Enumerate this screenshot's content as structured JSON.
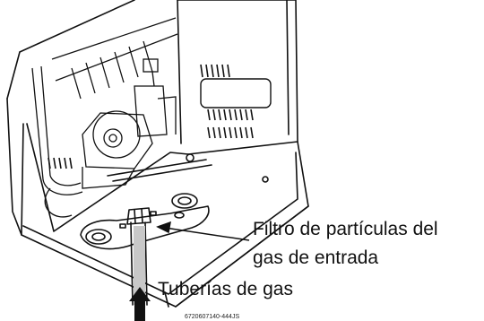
{
  "callouts": {
    "filter_line1": "Filtro de partículas del",
    "filter_line2": "gas de entrada",
    "pipes": "Tuberías de gas",
    "drawing_code": "6720607140-444JS"
  },
  "colors": {
    "line": "#111111",
    "pipe_fill": "#c8c8c8",
    "background": "#ffffff"
  }
}
